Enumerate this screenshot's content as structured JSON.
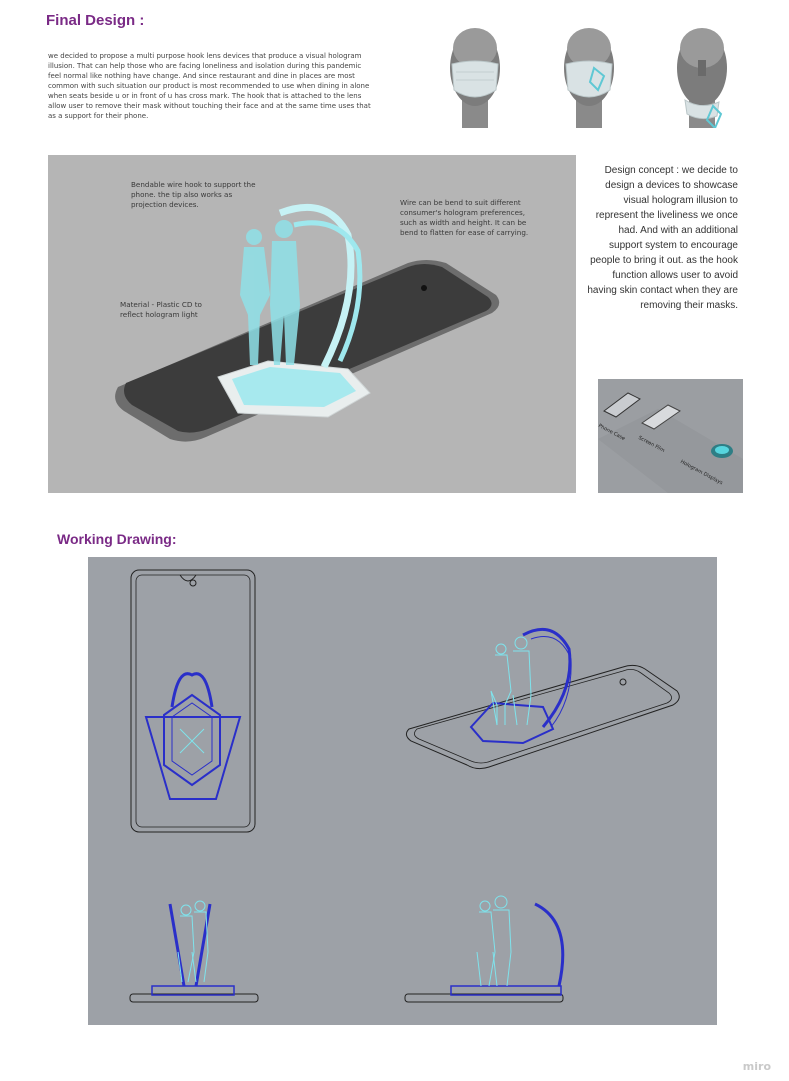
{
  "final_design": {
    "title": "Final Design :",
    "intro": "we decided to propose a multi purpose hook lens devices that produce a visual hologram illusion. That can help those who are facing loneliness and isolation during this pandemic feel normal like nothing have change. And since restaurant and dine in places are most common with such situation our product is most recommended to use when dining in alone when seats beside u or in front of u has cross mark. The hook that is attached to the lens allow user to remove their mask without touching their face and at the same time uses that as a support for their phone."
  },
  "render": {
    "annotation_hook": "Bendable wire hook to support the phone. the tip also works as projection devices.",
    "annotation_wire": "Wire can be bend to suit different consumer's hologram preferences, such as width and height. It can be bend to flatten for ease of carrying.",
    "annotation_material": "Material - Plastic CD to reflect hologram light"
  },
  "concept": {
    "text": "Design concept : we decide to design a devices to showcase visual hologram illusion to represent the liveliness we once had. And with an additional support system to encourage people to bring it out. as the hook function allows user to avoid having skin contact when they are removing their masks."
  },
  "layout_thumb": {
    "label_phone_case": "Phone Case",
    "label_screen_film": "Screen Film",
    "label_hologram": "Hologram Displays"
  },
  "working_drawing": {
    "title": "Working Drawing:"
  },
  "footer": {
    "brand": "miro"
  },
  "colors": {
    "heading": "#7a2a86",
    "hologram": "#7fe3ec",
    "wire_blue": "#2a2fc9",
    "panel_gray": "#b5b5b5",
    "drawing_bg": "#9da1a7"
  }
}
